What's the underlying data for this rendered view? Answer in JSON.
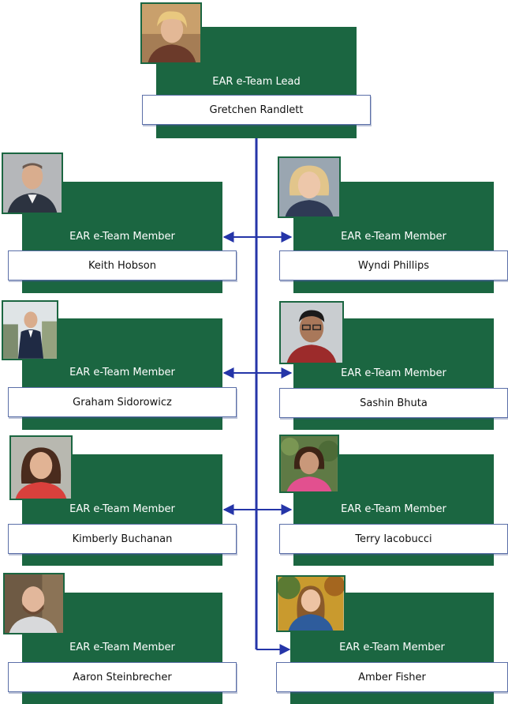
{
  "lead": {
    "role": "EAR e-Team Lead",
    "name": "Gretchen Randlett"
  },
  "members": [
    {
      "role": "EAR e-Team Member",
      "name": "Keith Hobson"
    },
    {
      "role": "EAR e-Team Member",
      "name": "Wyndi Phillips"
    },
    {
      "role": "EAR e-Team Member",
      "name": "Graham Sidorowicz"
    },
    {
      "role": "EAR e-Team Member",
      "name": "Sashin Bhuta"
    },
    {
      "role": "EAR e-Team Member",
      "name": "Kimberly Buchanan"
    },
    {
      "role": "EAR e-Team Member",
      "name": "Terry Iacobucci"
    },
    {
      "role": "EAR e-Team Member",
      "name": "Aaron Steinbrecher"
    },
    {
      "role": "EAR e-Team Member",
      "name": "Amber Fisher"
    }
  ],
  "colors": {
    "card_green": "#1b6641",
    "connector_blue": "#2535a8",
    "name_border": "#5b6fa8"
  },
  "icons": {
    "portrait": "person-photo-icon",
    "connector": "double-arrow-icon"
  }
}
